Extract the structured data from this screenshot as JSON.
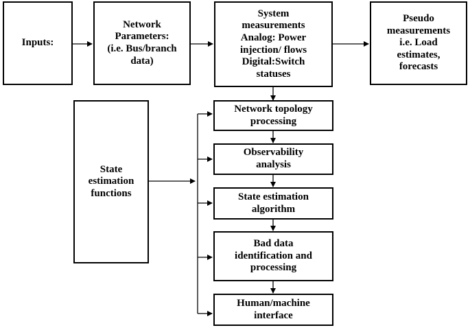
{
  "top_row": {
    "inputs": {
      "lines": [
        "Inputs:"
      ]
    },
    "network_parameters": {
      "lines": [
        "Network",
        "Parameters:",
        "(i.e. Bus/branch",
        "data)"
      ]
    },
    "system_measurements": {
      "lines": [
        "System",
        "measurements",
        "Analog: Power",
        "injection/ flows",
        "Digital:Switch",
        "statuses"
      ]
    },
    "pseudo_measurements": {
      "lines": [
        "Pseudo",
        "measurements",
        "i.e. Load",
        "estimates,",
        "forecasts"
      ]
    }
  },
  "state_estimation_functions": {
    "lines": [
      "State",
      "estimation",
      "functions"
    ]
  },
  "process_steps": [
    {
      "id": "network-topology-processing",
      "lines": [
        "Network topology",
        "processing"
      ]
    },
    {
      "id": "observability-analysis",
      "lines": [
        "Observability",
        "analysis"
      ]
    },
    {
      "id": "state-estimation-algorithm",
      "lines": [
        "State estimation",
        "algorithm"
      ]
    },
    {
      "id": "bad-data-identification",
      "lines": [
        "Bad data",
        "identification and",
        "processing"
      ]
    },
    {
      "id": "human-machine-interface",
      "lines": [
        "Human/machine",
        "interface"
      ]
    }
  ],
  "colors": {
    "line": "#000000",
    "box_border": "#000000",
    "box_fill": "#ffffff",
    "background": "#ffffff"
  }
}
